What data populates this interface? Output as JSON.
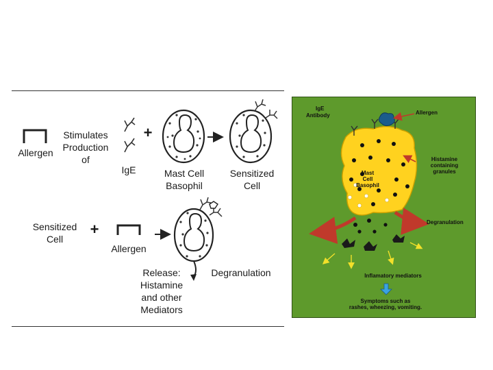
{
  "left_diagram": {
    "row1": {
      "allergen": "Allergen",
      "stimulates": "Stimulates",
      "production": "Production",
      "of": "of",
      "ige": "IgE",
      "mast_cell": "Mast Cell",
      "basophil": "Basophil",
      "sensitized": "Sensitized",
      "cell": "Cell",
      "plus": "+"
    },
    "row2": {
      "sensitized": "Sensitized",
      "cell": "Cell",
      "allergen": "Allergen",
      "plus": "+",
      "release": "Release:",
      "histamine": "Histamine",
      "and_other": "and other",
      "mediators": "Mediators",
      "degranulation": "Degranulation"
    }
  },
  "right_diagram": {
    "ige_1": "IgE",
    "ige_2": "Antibody",
    "allergen": "Allergen",
    "histamine_1": "Histamine",
    "histamine_2": "containing",
    "histamine_3": "granules",
    "mast_1": "Mast",
    "mast_2": "Cell",
    "mast_3": "Basophil",
    "degranulation": "Degranulation",
    "inflammatory": "Inflamatory mediators",
    "symptoms_1": "Symptoms such as",
    "symptoms_2": "rashes, wheezing, vomiting.",
    "colors": {
      "background": "#5e9a2c",
      "cell": "#ffd21f",
      "arrow": "#c0392b",
      "allergen": "#1b5c8c",
      "mediator_arrow": "#f2e02a"
    }
  }
}
